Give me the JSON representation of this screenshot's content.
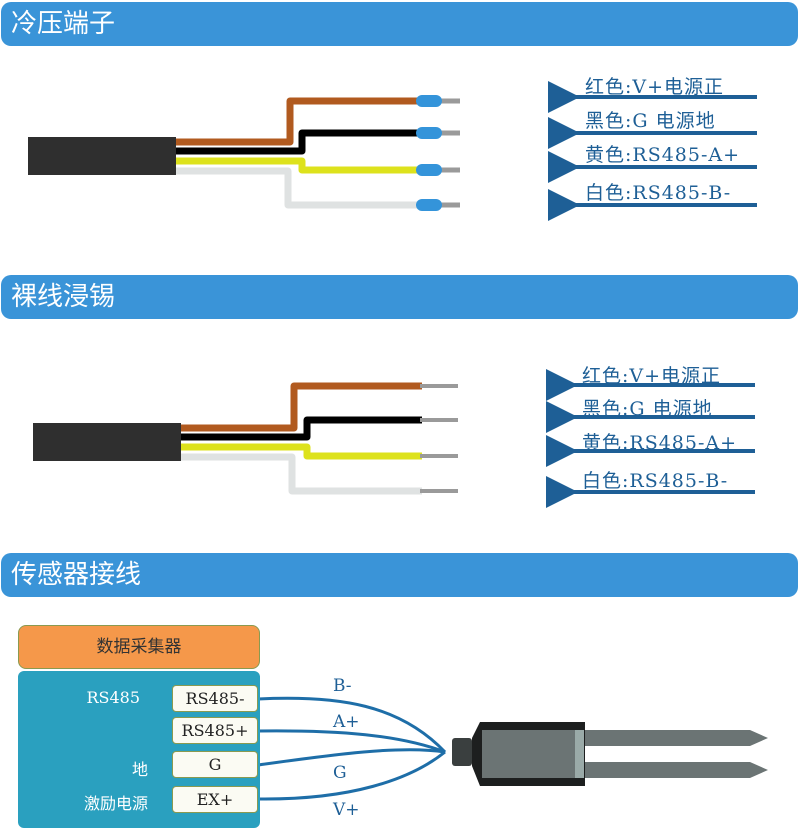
{
  "sections": [
    {
      "title": "冷压端子"
    },
    {
      "title": "裸线浸锡"
    },
    {
      "title": "传感器接线"
    }
  ],
  "wire_labels": [
    "红色:V+电源正",
    "黑色:G 电源地",
    "黄色:RS485-A+",
    "白色:RS485-B-"
  ],
  "collector": {
    "title": "数据采集器",
    "side_labels": {
      "rs485": "RS485",
      "ground": "地",
      "excitation": "激励电源"
    },
    "terminals": [
      "RS485-",
      "RS485+",
      "G",
      "EX+"
    ]
  },
  "wire_names": [
    "B-",
    "A+",
    "G",
    "V+"
  ],
  "colors": {
    "header": "#3a94d8",
    "brown": "#b15a1f",
    "yellow": "#dde21c",
    "white": "#dfe2e2",
    "ferrule": "#3494da",
    "arrow": "#1e5f96"
  }
}
